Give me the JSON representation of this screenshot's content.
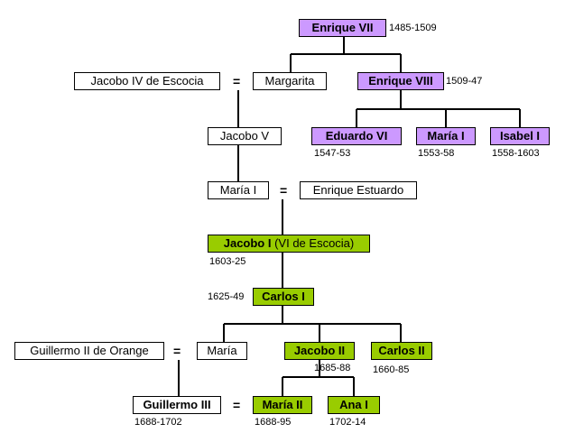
{
  "people": {
    "enrique_vii": {
      "name": "Enrique VII",
      "dates": "1485-1509"
    },
    "jacobo_iv": {
      "name": "Jacobo IV de Escocia"
    },
    "margarita": {
      "name": "Margarita"
    },
    "enrique_viii": {
      "name": "Enrique VIII",
      "dates": "1509-47"
    },
    "jacobo_v": {
      "name": "Jacobo V"
    },
    "eduardo_vi": {
      "name": "Eduardo VI",
      "dates": "1547-53"
    },
    "maria_i_tudor": {
      "name": "María I",
      "dates": "1553-58"
    },
    "isabel_i": {
      "name": "Isabel I",
      "dates": "1558-1603"
    },
    "maria_i_escocia": {
      "name": "María I"
    },
    "enrique_estuardo": {
      "name": "Enrique Estuardo"
    },
    "jacobo_i": {
      "name": "Jacobo I",
      "extra": " (VI de Escocia)",
      "dates": "1603-25"
    },
    "carlos_i": {
      "name": "Carlos I",
      "dates": "1625-49"
    },
    "guillermo_ii": {
      "name": "Guillermo II de Orange"
    },
    "maria": {
      "name": "María"
    },
    "jacobo_ii": {
      "name": "Jacobo II",
      "dates": "1685-88"
    },
    "carlos_ii": {
      "name": "Carlos II",
      "dates": "1660-85"
    },
    "guillermo_iii": {
      "name": "Guillermo III",
      "dates": "1688-1702"
    },
    "maria_ii": {
      "name": "María II",
      "dates": "1688-95"
    },
    "ana_i": {
      "name": "Ana I",
      "dates": "1702-14"
    }
  },
  "marriage_symbol": "=",
  "colors": {
    "tudor": "#cc99ff",
    "stuart": "#99cc00",
    "line": "#000000"
  }
}
